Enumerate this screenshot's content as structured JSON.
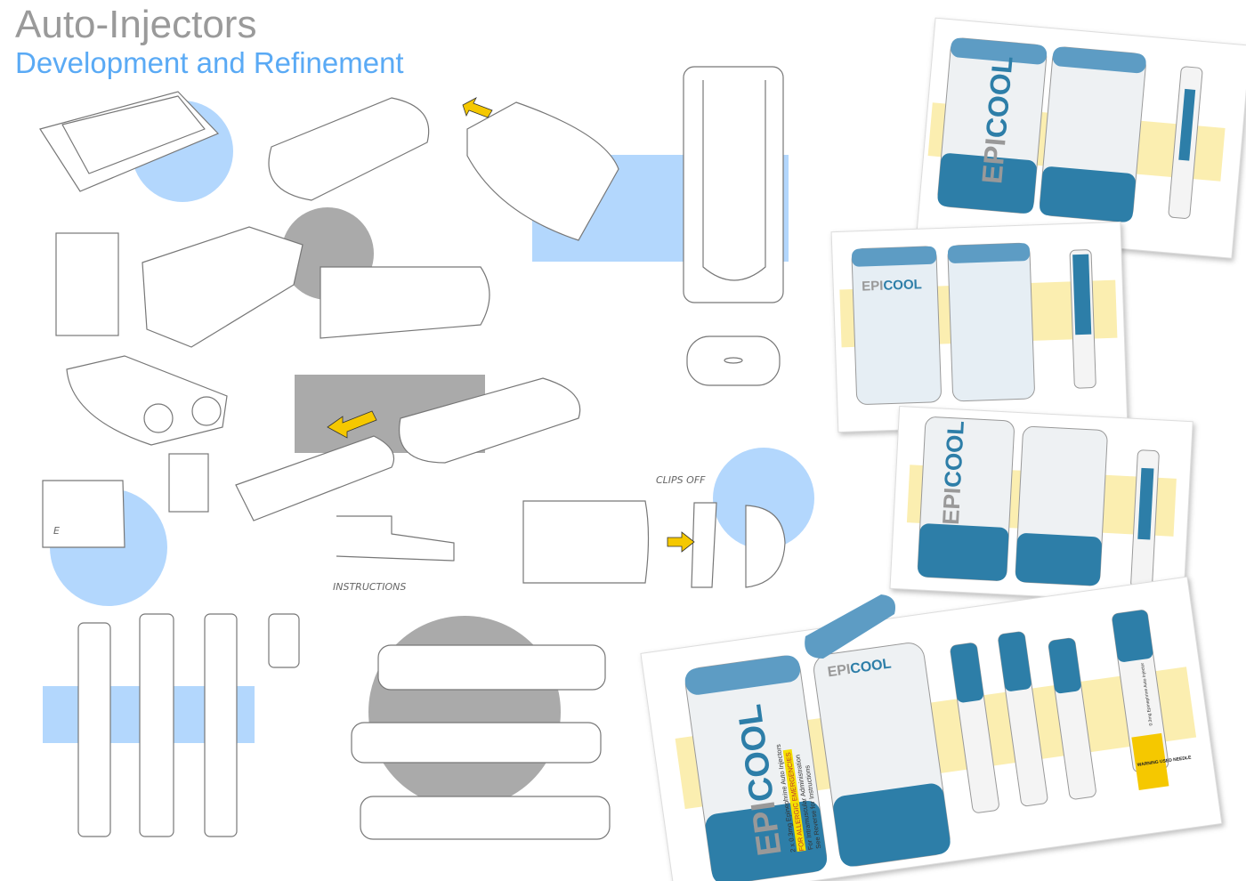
{
  "header": {
    "title": "Auto-Injectors",
    "subtitle": "Development and Refinement"
  },
  "annotations": {
    "clips_off": "CLIPS OFF",
    "instructions": "INSTRUCTIONS"
  },
  "brand": {
    "epi": "EPI",
    "cool": "COOL"
  },
  "packaging": {
    "line1": "2 x 0.3mg Epinephrine Auto Injectors",
    "line2": "FOR ALLERGIC EMERGENCIES",
    "line3": "For Intramuscular Administration",
    "line4": "See Reverse for Instructions",
    "pen_label": "0.3mg Epinephrine Auto Injector",
    "warning": "WARNING USED NEEDLE"
  },
  "colors": {
    "accent_blue": "#b3d7fd",
    "title_blue": "#5aaaf5",
    "sketch_gray": "#aaaaaa",
    "brand_blue": "#2d7ea8",
    "note_yellow": "#fbeeb0",
    "arrow_yellow": "#f5c800"
  }
}
